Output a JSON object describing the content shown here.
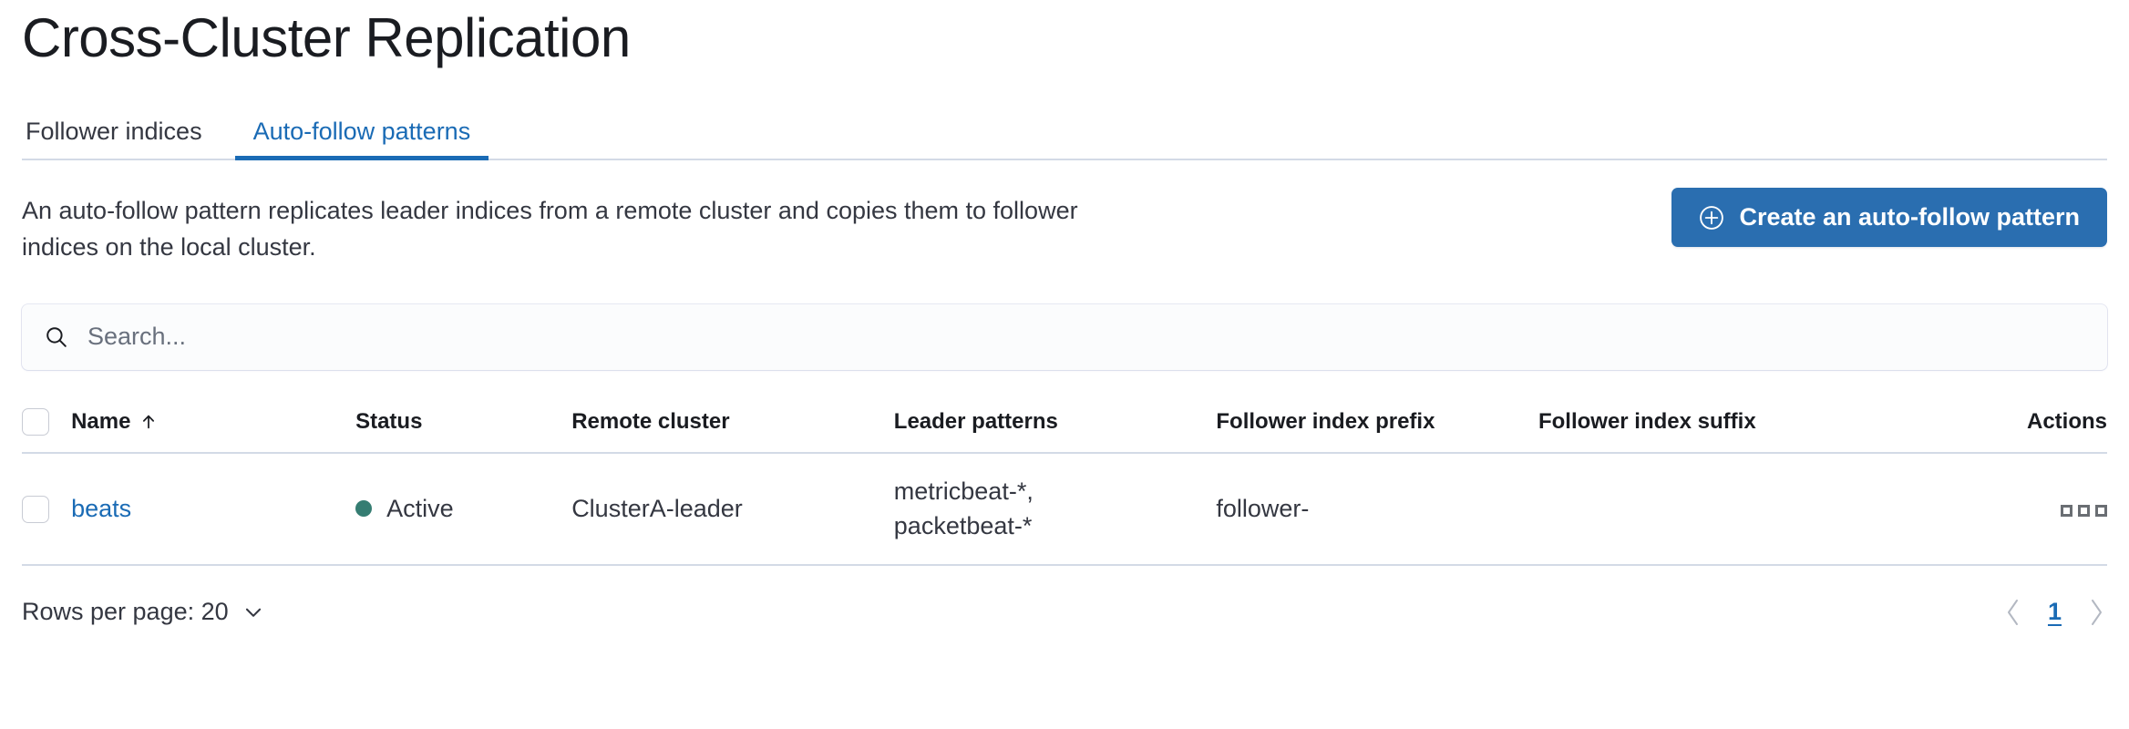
{
  "header": {
    "title": "Cross-Cluster Replication"
  },
  "tabs": [
    {
      "label": "Follower indices",
      "active": false
    },
    {
      "label": "Auto-follow patterns",
      "active": true
    }
  ],
  "intro": {
    "description": "An auto-follow pattern replicates leader indices from a remote cluster and copies them to follower indices on the local cluster.",
    "create_button_label": "Create an auto-follow pattern",
    "create_button_icon": "plus-in-circle-icon"
  },
  "search": {
    "placeholder": "Search...",
    "value": "",
    "icon": "search-icon"
  },
  "table": {
    "columns": [
      {
        "key": "name",
        "label": "Name",
        "sorted": "asc",
        "sort_icon": "sort-up-arrow-icon"
      },
      {
        "key": "status",
        "label": "Status"
      },
      {
        "key": "remote_cluster",
        "label": "Remote cluster"
      },
      {
        "key": "leader_patterns",
        "label": "Leader patterns"
      },
      {
        "key": "follower_index_prefix",
        "label": "Follower index prefix"
      },
      {
        "key": "follower_index_suffix",
        "label": "Follower index suffix"
      },
      {
        "key": "actions",
        "label": "Actions"
      }
    ],
    "rows": [
      {
        "name": "beats",
        "status": "Active",
        "status_color": "#357d72",
        "remote_cluster": "ClusterA-leader",
        "leader_patterns": "metricbeat-*, packetbeat-*",
        "leader_patterns_line1": "metricbeat-*,",
        "leader_patterns_line2": "packetbeat-*",
        "follower_index_prefix": "follower-",
        "follower_index_suffix": "",
        "actions_icon": "ellipsis-actions-icon"
      }
    ]
  },
  "footer": {
    "rows_per_page_label": "Rows per page: 20",
    "rows_per_page_value": "20",
    "chevron_icon": "chevron-down-icon",
    "pagination": {
      "prev_icon": "chevron-left-icon",
      "next_icon": "chevron-right-icon",
      "current_page": "1"
    }
  },
  "colors": {
    "accent": "#1a6bb5",
    "primary_button": "#2a6eb0",
    "status_active": "#357d72",
    "border": "#d3dae6",
    "text": "#343741"
  }
}
